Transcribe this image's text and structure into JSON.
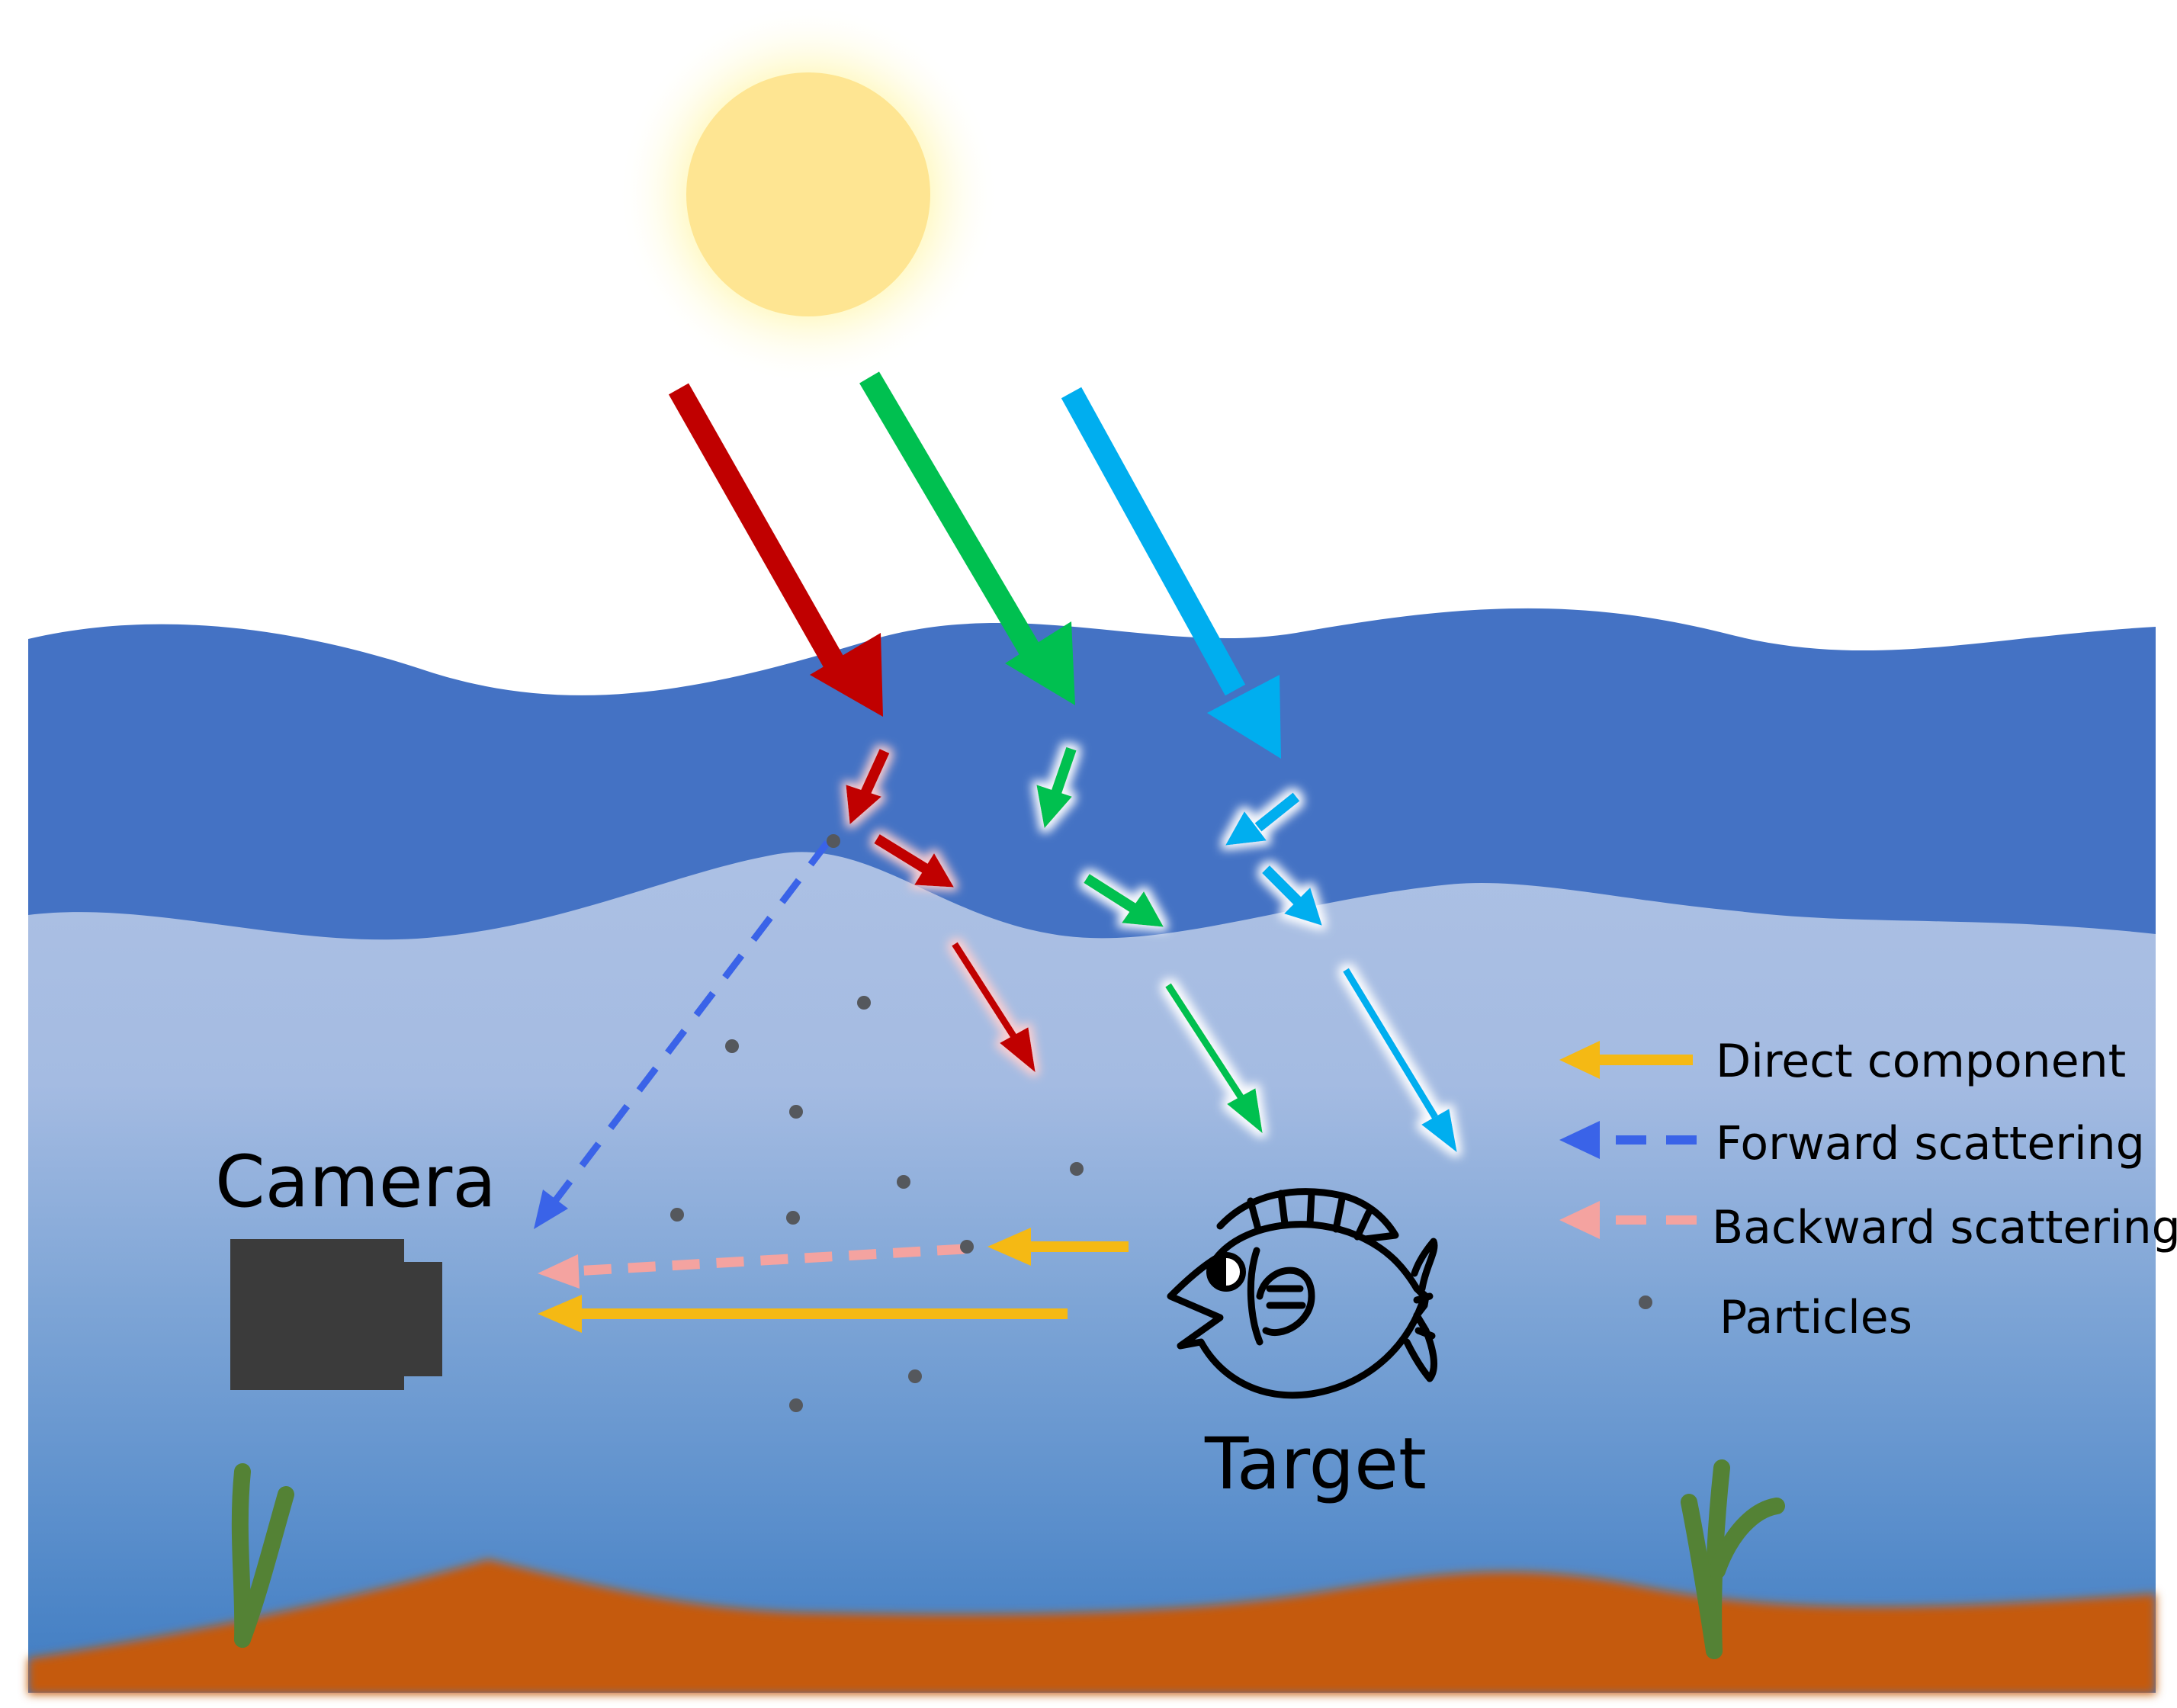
{
  "labels": {
    "camera": "Camera",
    "target": "Target"
  },
  "legend": [
    {
      "label": "Direct component",
      "color": "#f5b914",
      "line": "solid"
    },
    {
      "label": "Forward scattering",
      "color": "#3a63e8",
      "line": "dashed"
    },
    {
      "label": "Backward scattering",
      "color": "#f4a3a0",
      "line": "dashed"
    },
    {
      "label": "Particles",
      "color": "#55585d",
      "line": "dot"
    }
  ],
  "colors": {
    "sun_core": "#fee592",
    "sun_glow": "#fff7b0",
    "red_light": "#c00000",
    "green_light": "#00c050",
    "blue_light": "#00aeef",
    "water_surface": "#4472c4",
    "water_upper": "#adc1e4",
    "water_deep": "#3f7cc2",
    "seabed": "#c55a11",
    "seaweed": "#548235",
    "camera_body": "#3b3b3b",
    "direct": "#f5b914",
    "forward": "#3a63e8",
    "backward": "#f4a3a0",
    "particle": "#55585d"
  },
  "icons": {
    "sun": "sun-icon",
    "camera": "camera-icon",
    "target": "fish-icon",
    "seaweed": "seaweed-icon"
  }
}
